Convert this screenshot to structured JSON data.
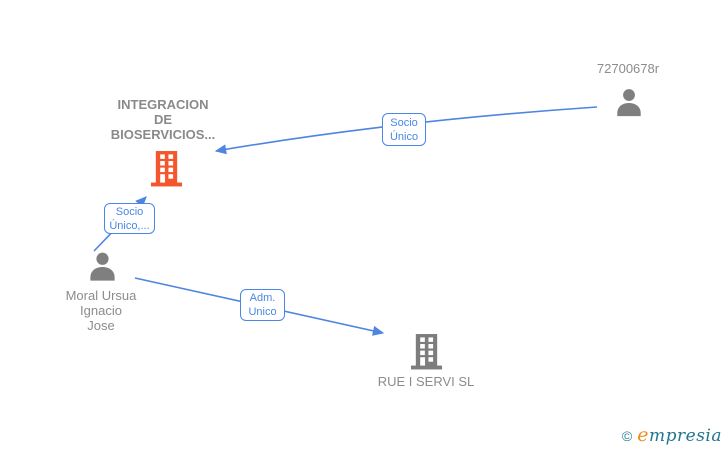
{
  "diagram": {
    "type": "corporate-relations-graph",
    "colors": {
      "edge_blue": "#4d85e0",
      "label_blue": "#4a86e8",
      "node_text_gray": "#8c8c8c",
      "company_highlight_orange": "#f4572d",
      "company_gray": "#7d7d7d",
      "person_gray": "#7f7f7f",
      "brand_teal": "#20758f",
      "brand_orange": "#ef8b1f"
    },
    "nodes": [
      {
        "id": "shareholder-72700678r",
        "type": "person",
        "label": "72700678r"
      },
      {
        "id": "company-integracion",
        "type": "company-highlight",
        "label_lines": [
          "INTEGRACION",
          "DE",
          "BIOSERVICIOS..."
        ]
      },
      {
        "id": "person-moral-ursua",
        "type": "person",
        "label_lines": [
          "Moral Ursua",
          "Ignacio",
          "Jose"
        ]
      },
      {
        "id": "company-rue-i-servi",
        "type": "company",
        "label": "RUE I SERVI SL"
      }
    ],
    "edges": [
      {
        "from": "shareholder-72700678r",
        "to": "company-integracion",
        "label_lines": [
          "Socio",
          "Único"
        ]
      },
      {
        "from": "person-moral-ursua",
        "to": "company-integracion",
        "label_lines": [
          "Socio",
          "Único,..."
        ]
      },
      {
        "from": "person-moral-ursua",
        "to": "company-rue-i-servi",
        "label_lines": [
          "Adm.",
          "Unico"
        ]
      }
    ],
    "watermark": {
      "copyright_symbol": "©",
      "brand_initial": "e",
      "brand_rest": "mpresia"
    }
  }
}
